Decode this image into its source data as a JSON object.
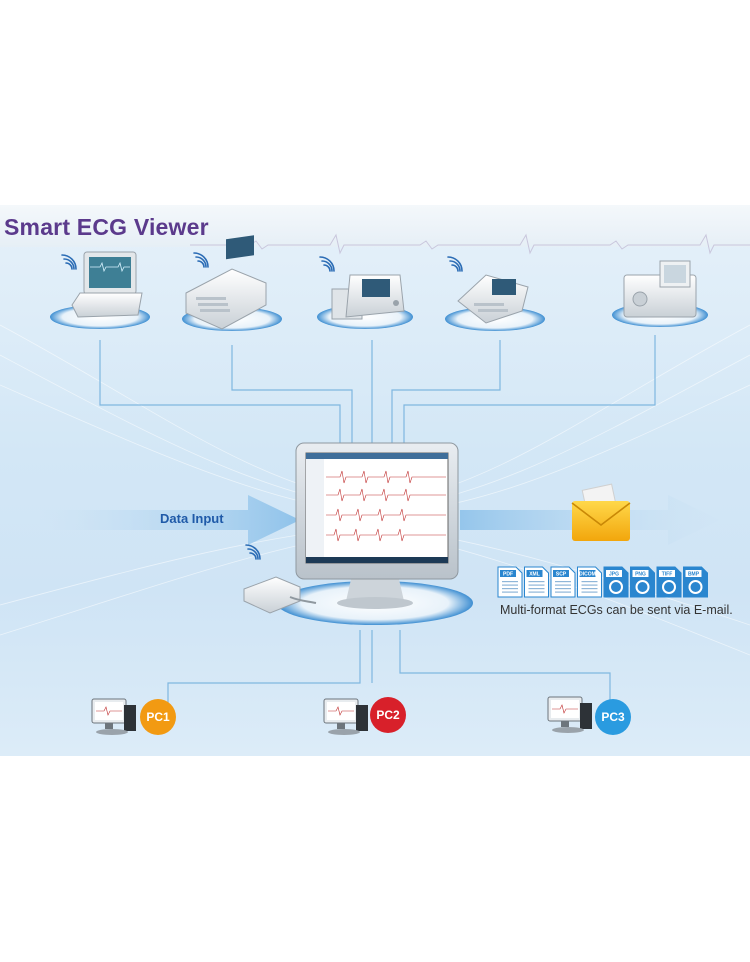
{
  "title": "Smart ECG Viewer",
  "data_input_label": "Data Input",
  "email_caption": "Multi-format ECGs can be sent via E-mail.",
  "formats": [
    "PDF",
    "XML",
    "SCP",
    "DICOM",
    "JPG",
    "PNG",
    "TIFF",
    "BMP"
  ],
  "pcs": [
    "PC1",
    "PC2",
    "PC3"
  ],
  "colors": {
    "title": "#5b3a8c",
    "pc1": "#f29a12",
    "pc2": "#d8202a",
    "pc3": "#2a9be0",
    "connector": "#7fb7e0",
    "arrow": "#9ccbee"
  }
}
